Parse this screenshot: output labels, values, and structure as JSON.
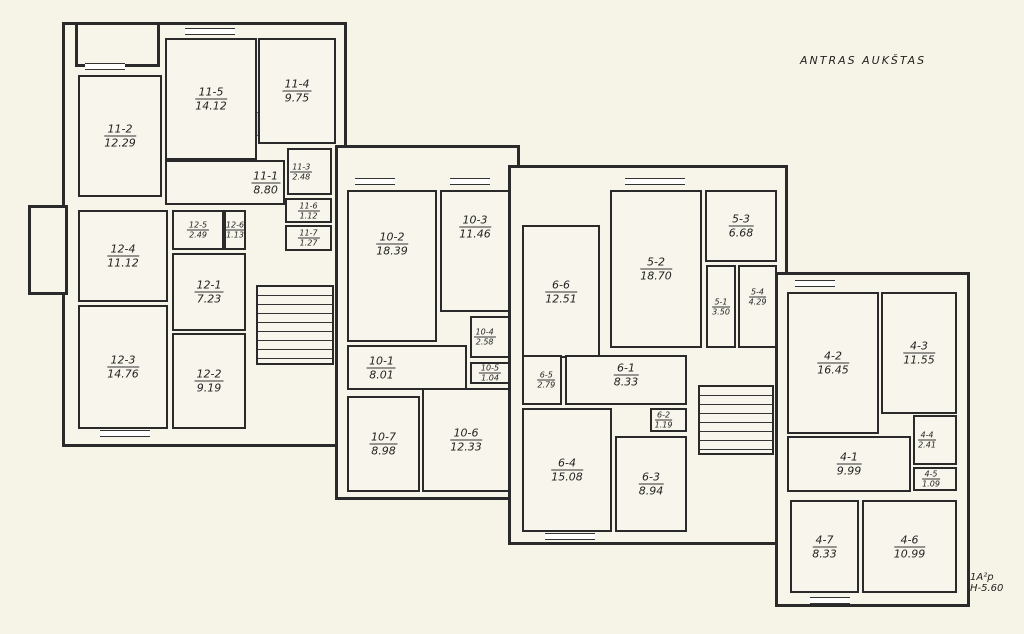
{
  "title": "ANTRAS AUKŠTAS",
  "sheet_code": [
    "1A²p",
    "H-5.60"
  ],
  "rooms": {
    "r11_2": {
      "id": "11-2",
      "area": "12.29"
    },
    "r11_5": {
      "id": "11-5",
      "area": "14.12"
    },
    "r11_4": {
      "id": "11-4",
      "area": "9.75"
    },
    "r11_1": {
      "id": "11-1",
      "area": "8.80"
    },
    "r11_3": {
      "id": "11-3",
      "area": "2.48"
    },
    "r11_6": {
      "id": "11-6",
      "area": "1.12"
    },
    "r11_7": {
      "id": "11-7",
      "area": "1.27"
    },
    "r12_4": {
      "id": "12-4",
      "area": "11.12"
    },
    "r12_5": {
      "id": "12-5",
      "area": "2.49"
    },
    "r12_6": {
      "id": "12-6",
      "area": "1.13"
    },
    "r12_1": {
      "id": "12-1",
      "area": "7.23"
    },
    "r12_2": {
      "id": "12-2",
      "area": "9.19"
    },
    "r12_3": {
      "id": "12-3",
      "area": "14.76"
    },
    "r10_2": {
      "id": "10-2",
      "area": "18.39"
    },
    "r10_3": {
      "id": "10-3",
      "area": "11.46"
    },
    "r10_4": {
      "id": "10-4",
      "area": "2.58"
    },
    "r10_5": {
      "id": "10-5",
      "area": "1.04"
    },
    "r10_1": {
      "id": "10-1",
      "area": "8.01"
    },
    "r10_7": {
      "id": "10-7",
      "area": "8.98"
    },
    "r10_6": {
      "id": "10-6",
      "area": "12.33"
    },
    "r6_6": {
      "id": "6-6",
      "area": "12.51"
    },
    "r5_2": {
      "id": "5-2",
      "area": "18.70"
    },
    "r5_3": {
      "id": "5-3",
      "area": "6.68"
    },
    "r5_1": {
      "id": "5-1",
      "area": "3.50"
    },
    "r5_4": {
      "id": "5-4",
      "area": "4.29"
    },
    "r6_5": {
      "id": "6-5",
      "area": "2.79"
    },
    "r6_1": {
      "id": "6-1",
      "area": "8.33"
    },
    "r6_2": {
      "id": "6-2",
      "area": "1.19"
    },
    "r6_4": {
      "id": "6-4",
      "area": "15.08"
    },
    "r6_3": {
      "id": "6-3",
      "area": "8.94"
    },
    "r4_2": {
      "id": "4-2",
      "area": "16.45"
    },
    "r4_3": {
      "id": "4-3",
      "area": "11.55"
    },
    "r4_4": {
      "id": "4-4",
      "area": "2.41"
    },
    "r4_5": {
      "id": "4-5",
      "area": "1.09"
    },
    "r4_1": {
      "id": "4-1",
      "area": "9.99"
    },
    "r4_7": {
      "id": "4-7",
      "area": "8.33"
    },
    "r4_6": {
      "id": "4-6",
      "area": "10.99"
    }
  }
}
